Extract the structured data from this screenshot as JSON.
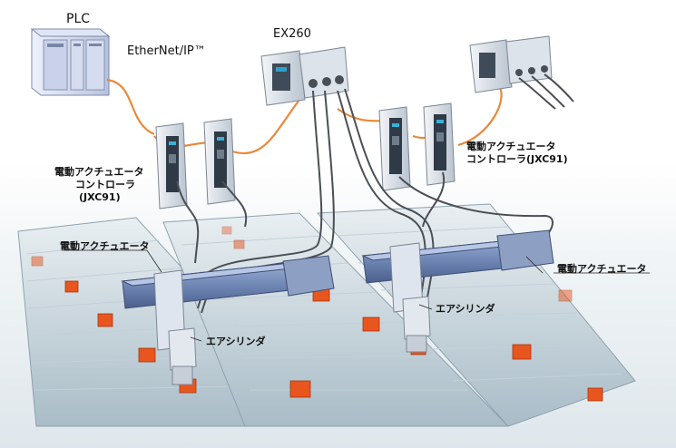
{
  "labels": {
    "plc": "PLC",
    "ethernet_ip": "EtherNet/IP™",
    "ex260": "EX260",
    "controller_left": [
      "電動アクチュエータ",
      "コントローラ",
      "(JXC91)"
    ],
    "controller_right": [
      "電動アクチュエータ",
      "コントローラ(JXC91)"
    ],
    "actuator_left": "電動アクチュエータ",
    "actuator_right": "電動アクチュエータ",
    "air_cylinder_left": "エアシリンダ",
    "air_cylinder_right": "エアシリンダ"
  },
  "colors": {
    "ethernet_cable": "#e8893a",
    "cable_dark": "#4a4f56",
    "conveyor": "#9fb3bf",
    "workpiece": "#e8551e",
    "actuator_body": "#6f86b4",
    "device_gray": "#cfd6df"
  }
}
